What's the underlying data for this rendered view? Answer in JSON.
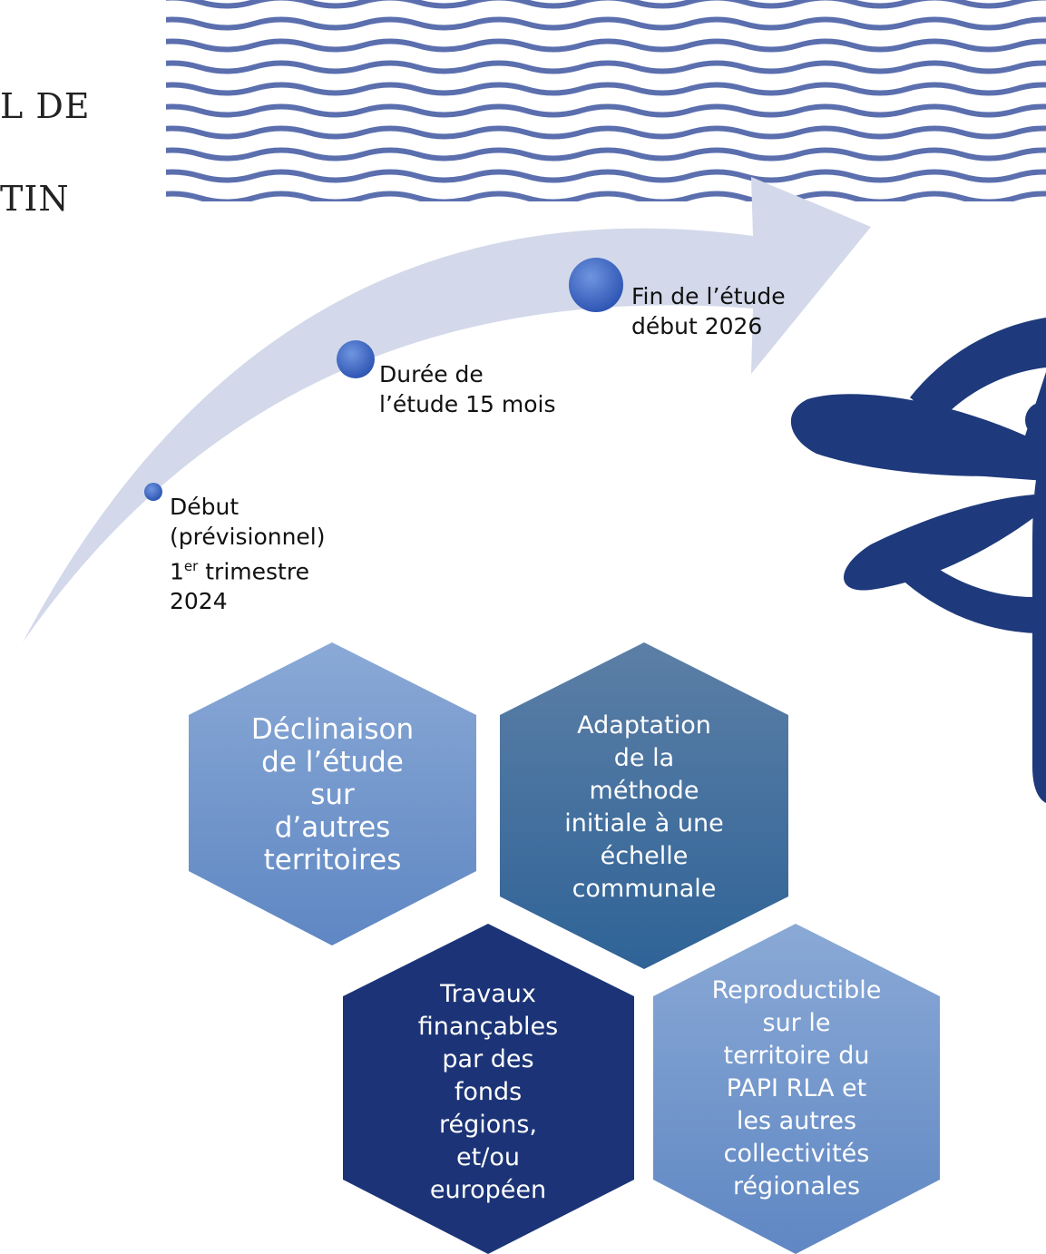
{
  "title_fragments": [
    "L DE",
    "TIN"
  ],
  "timeline": {
    "milestones": [
      {
        "lines": [
          "Début",
          "(prévisionnel)"
        ],
        "ordinal_base": "1",
        "ordinal_sup": "er",
        "ordinal_rest": " trimestre",
        "last_line": "2024"
      },
      {
        "lines": [
          "Durée de",
          "l’étude 15 mois"
        ]
      },
      {
        "lines": [
          "Fin de l’étude",
          "début 2026"
        ]
      }
    ]
  },
  "hexagons": [
    {
      "lines": [
        "Déclinaison",
        "de l’étude",
        "sur",
        "d’autres",
        "territoires"
      ]
    },
    {
      "lines": [
        "Adaptation",
        "de la",
        "méthode",
        "initiale à une",
        "échelle",
        "communale"
      ]
    },
    {
      "lines": [
        "Travaux",
        "finançables",
        "par des",
        "fonds",
        "régions,",
        "et/ou",
        "européen"
      ]
    },
    {
      "lines": [
        "Reproductible",
        "sur le",
        "territoire du",
        "PAPI RLA et",
        "les autres",
        "collectivités",
        "régionales"
      ]
    }
  ],
  "colors": {
    "waves": "#5b6fae",
    "arrow": "#d3d9ea",
    "milestone_dot": "#3a63c3",
    "logo": "#1e3a7c",
    "hex_light": "#7197cc",
    "hex_steel": "#44709f",
    "hex_navy": "#1c3477",
    "hex_light2": "#789fd1"
  },
  "icons": [
    "waves-pattern",
    "dragonfly-logo"
  ]
}
